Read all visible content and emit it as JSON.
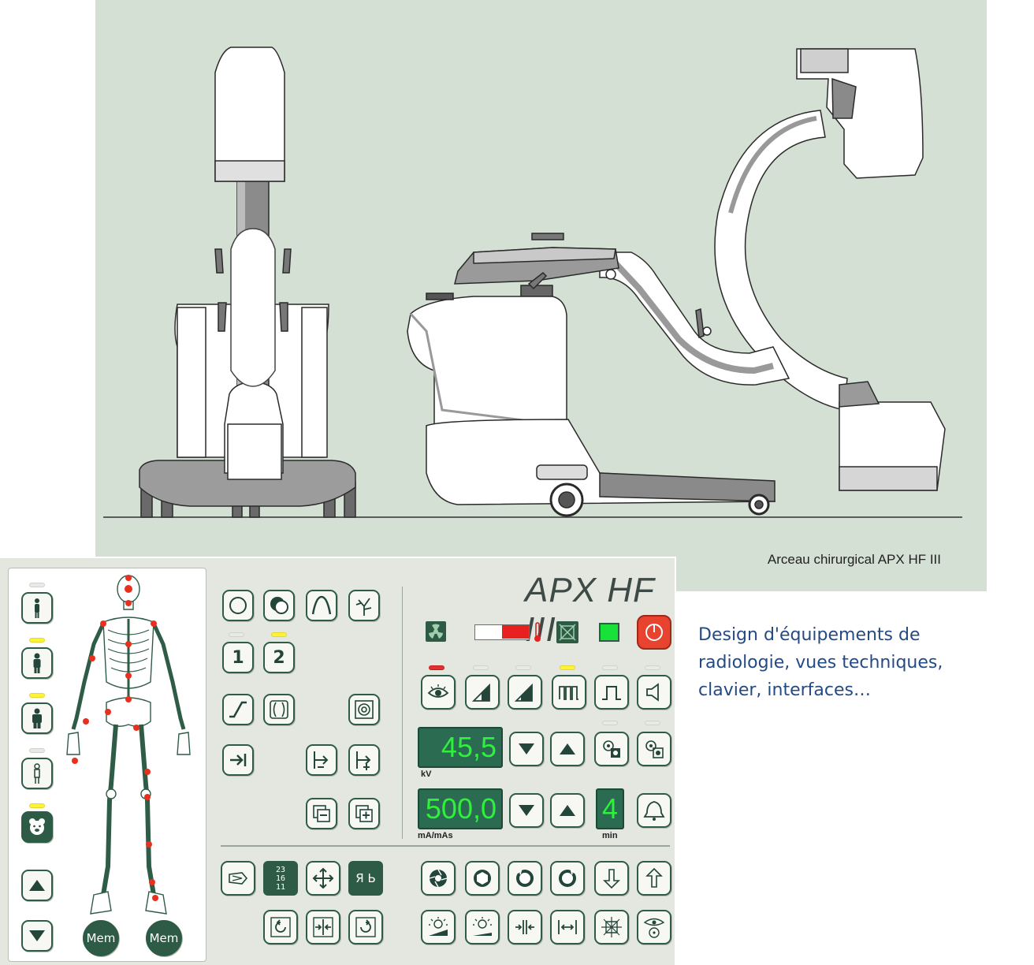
{
  "illustration": {
    "caption": "Arceau chirurgical APX HF III",
    "background_color": "#d3e0d3"
  },
  "description": {
    "lines": [
      "Design d'équipements de",
      "radiologie, vues techniques,",
      "clavier, interfaces…"
    ],
    "color": "#244a86"
  },
  "panel": {
    "brand": "APX HF III",
    "kv_display": "45,5",
    "kv_unit": "kV",
    "mas_display": "500,0",
    "mas_unit": "mA/mAs",
    "timer_display": "4",
    "timer_unit": "min",
    "program_1": "1",
    "program_2": "2",
    "mem_left": "Mem",
    "mem_right": "Mem",
    "counter_lines": [
      "23",
      "16",
      "11"
    ],
    "mirror_label": "Я Ь",
    "accent_color": "#2d5b45",
    "display_text_color": "#2ff03a",
    "alarm_color": "#e8432e"
  }
}
